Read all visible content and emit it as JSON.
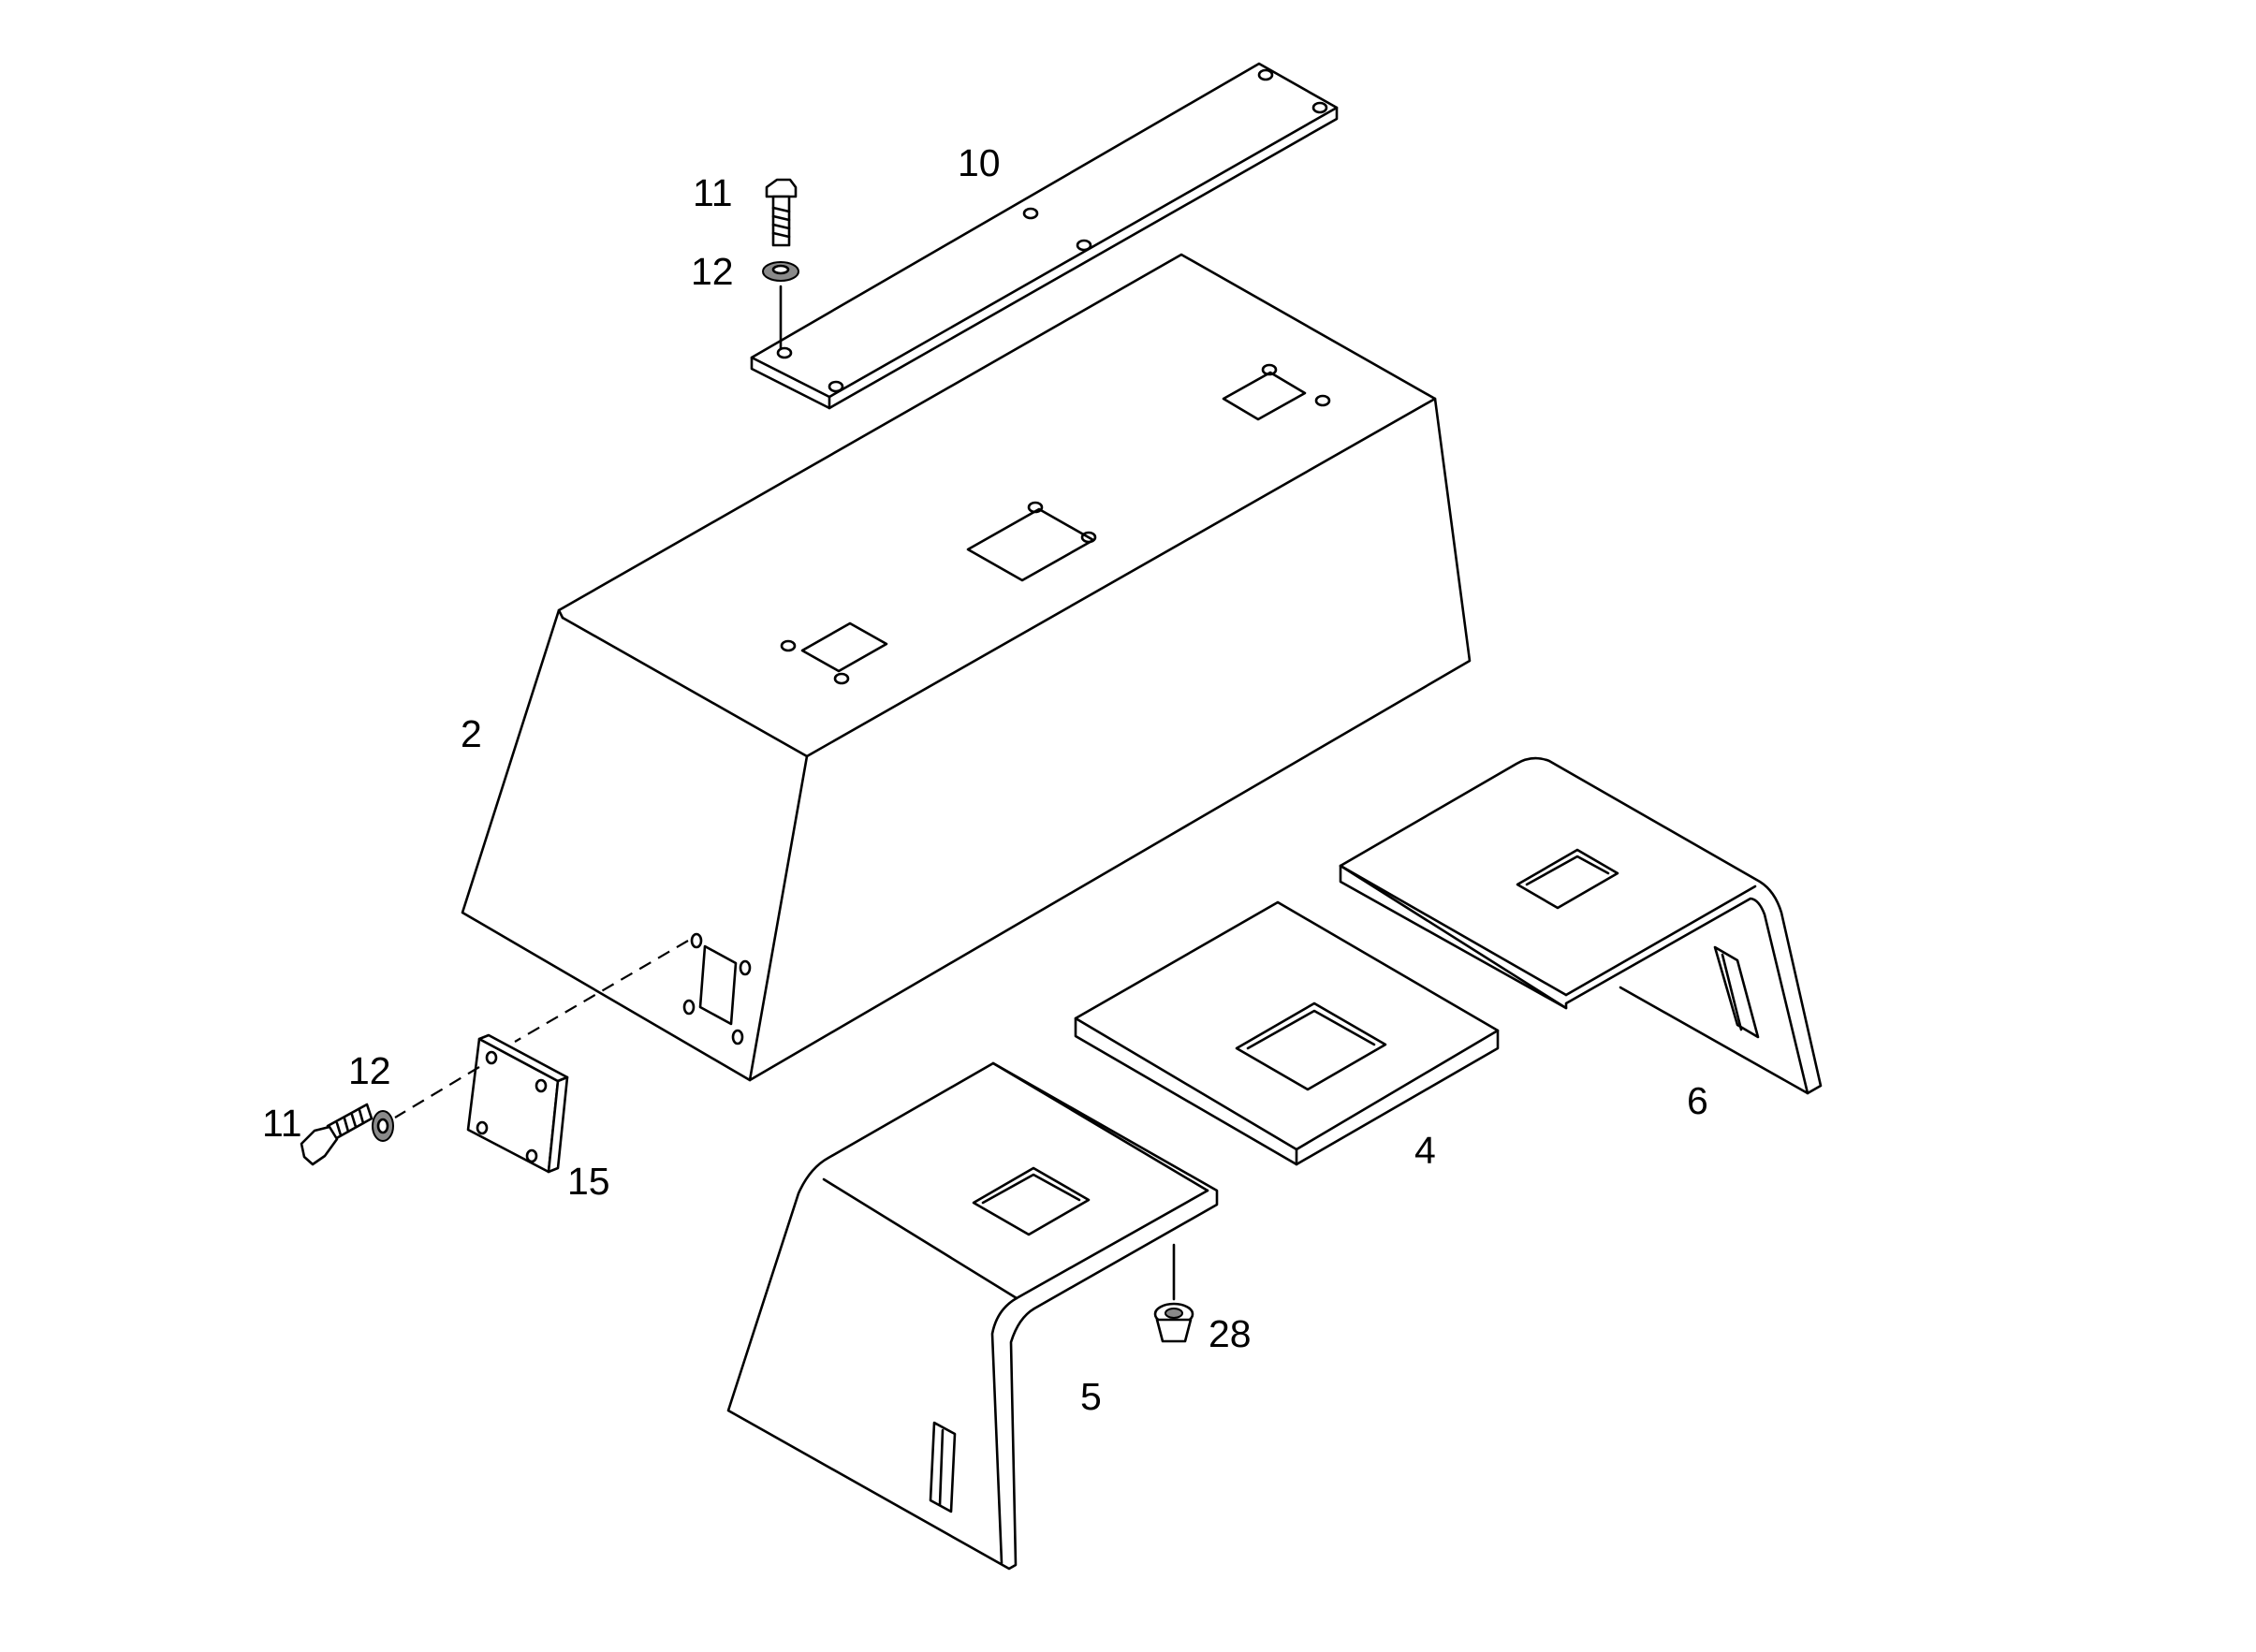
{
  "labels": {
    "p2": "2",
    "p4": "4",
    "p5": "5",
    "p6": "6",
    "p10": "10",
    "p11_top": "11",
    "p12_top": "12",
    "p11_left": "11",
    "p12_left": "12",
    "p15": "15",
    "p28": "28"
  },
  "colors": {
    "line": "#000000",
    "background": "#ffffff"
  }
}
